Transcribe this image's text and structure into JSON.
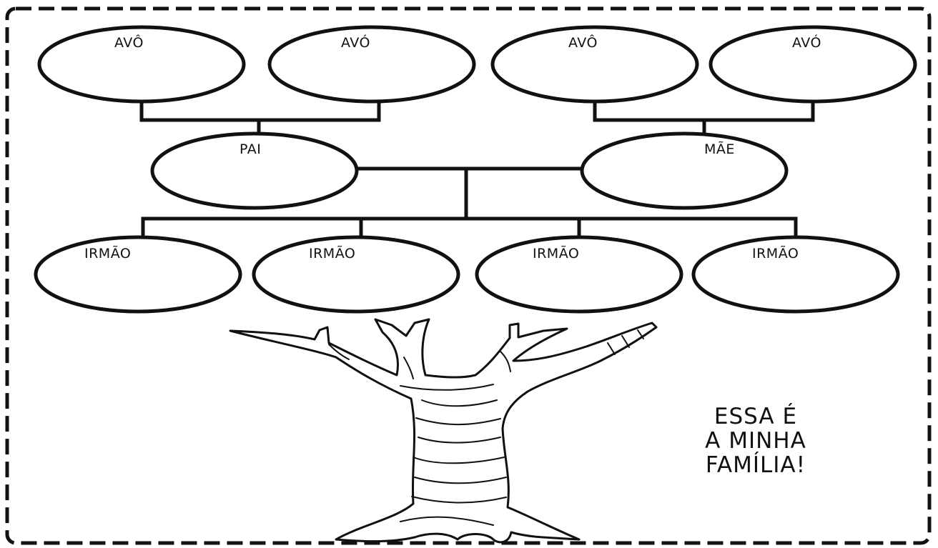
{
  "colors": {
    "ink": "#111111",
    "paper": "#ffffff"
  },
  "grandparents": [
    {
      "label": "AVÔ"
    },
    {
      "label": "AVÓ"
    },
    {
      "label": "AVÔ"
    },
    {
      "label": "AVÓ"
    }
  ],
  "parents": {
    "father": {
      "label": "PAI"
    },
    "mother": {
      "label": "MÃE"
    }
  },
  "siblings": [
    {
      "label": "IRMÃO"
    },
    {
      "label": "IRMÃO"
    },
    {
      "label": "IRMÃO"
    },
    {
      "label": "IRMÃO"
    }
  ],
  "caption": {
    "line1": "ESSA É",
    "line2": "A MINHA",
    "line3": "FAMÍLIA!"
  },
  "decoration": {
    "tree_icon": "bare-tree-trunk-illustration"
  }
}
